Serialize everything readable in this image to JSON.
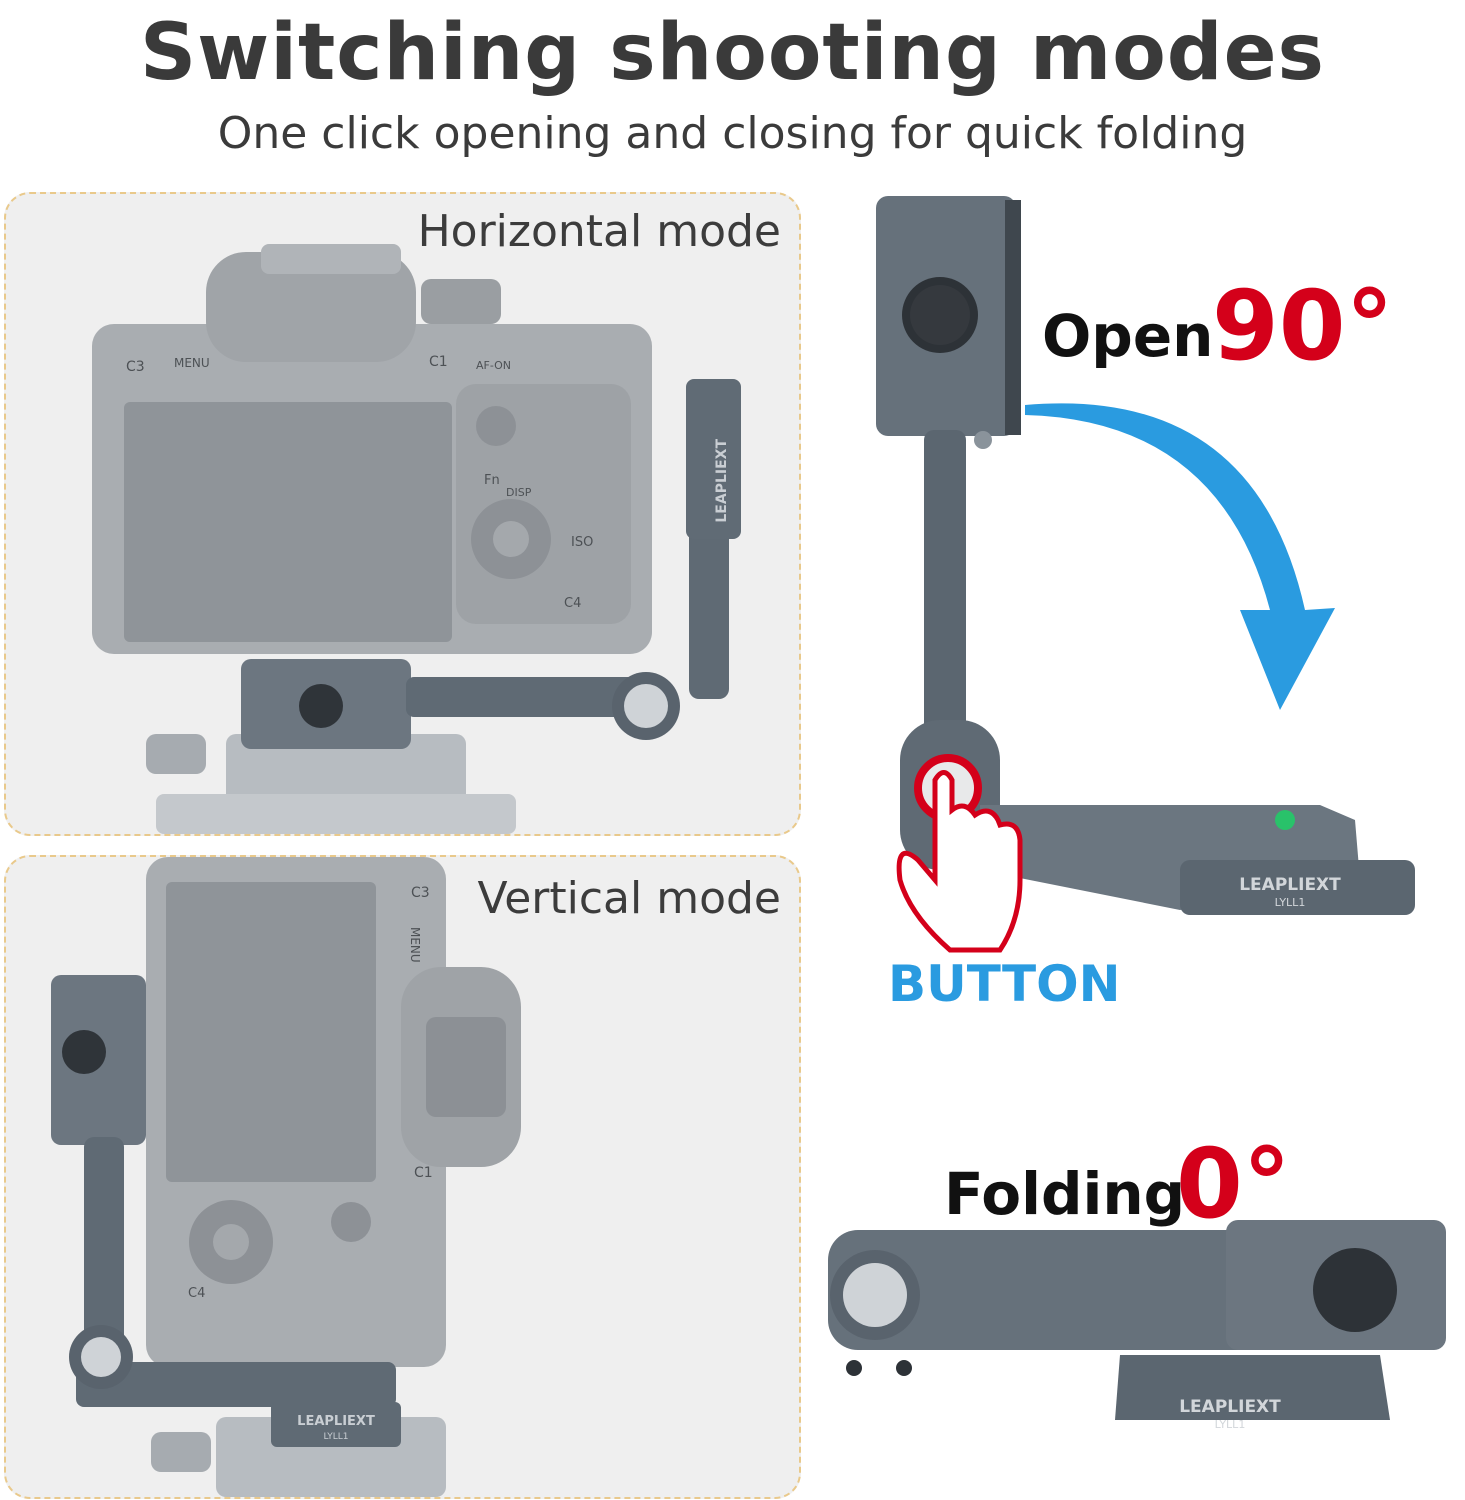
{
  "header": {
    "title": "Switching shooting modes",
    "subtitle": "One click opening and closing for quick folding"
  },
  "panels": {
    "horizontal": {
      "label": "Horizontal mode"
    },
    "vertical": {
      "label": "Vertical mode"
    }
  },
  "callouts": {
    "open_label": "Open",
    "open_degree": "90°",
    "folding_label": "Folding",
    "folding_degree": "0°",
    "button_label": "BUTTON"
  },
  "product": {
    "brand": "LEAPLIEXT",
    "model": "LYLL1"
  },
  "camera_labels": {
    "c3": "C3",
    "menu": "MENU",
    "c1": "C1",
    "afon": "AF-ON",
    "fn": "Fn",
    "disp": "DISP",
    "iso": "ISO",
    "c4": "C4"
  },
  "colors": {
    "accent_red": "#d4001a",
    "arrow_blue": "#2a9be0",
    "metal": "#5f6a74",
    "panel_bg": "#efefef",
    "panel_border": "#e9c98b"
  }
}
